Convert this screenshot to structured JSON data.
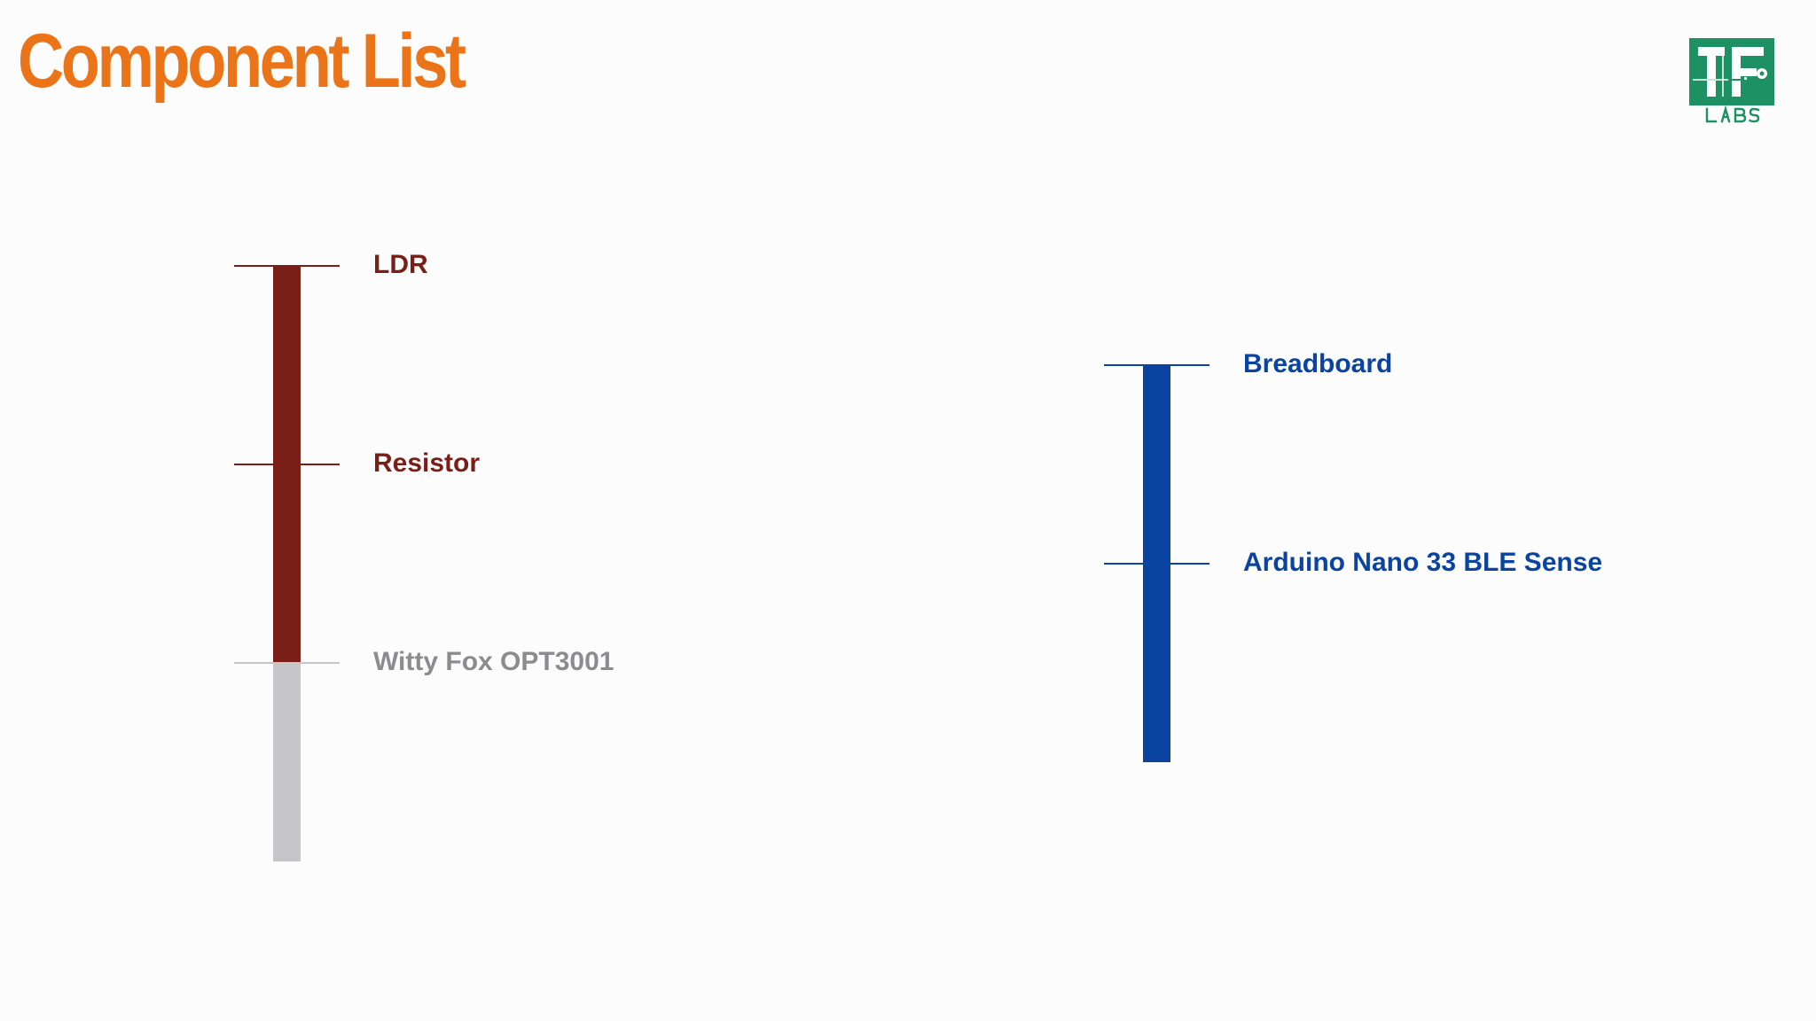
{
  "slide": {
    "title": "Component List"
  },
  "logo": {
    "letters": "TF",
    "subtitle": "LABS",
    "icon": "tf-labs-logo",
    "color": "#1d9164"
  },
  "colors": {
    "title": "#ec7418",
    "group_1": "#7a1f17",
    "group_1_faded": "#c6c6c8",
    "group_1_faded_text": "#8c8c8e",
    "group_2": "#0a44a0"
  },
  "component_groups": [
    {
      "color": "#7a1f17",
      "items": [
        {
          "label": "LDR",
          "muted": false
        },
        {
          "label": "Resistor",
          "muted": false
        },
        {
          "label": "Witty Fox OPT3001",
          "muted": true
        }
      ]
    },
    {
      "color": "#0a44a0",
      "items": [
        {
          "label": "Breadboard",
          "muted": false
        },
        {
          "label": "Arduino Nano 33 BLE Sense",
          "muted": false
        }
      ]
    }
  ]
}
